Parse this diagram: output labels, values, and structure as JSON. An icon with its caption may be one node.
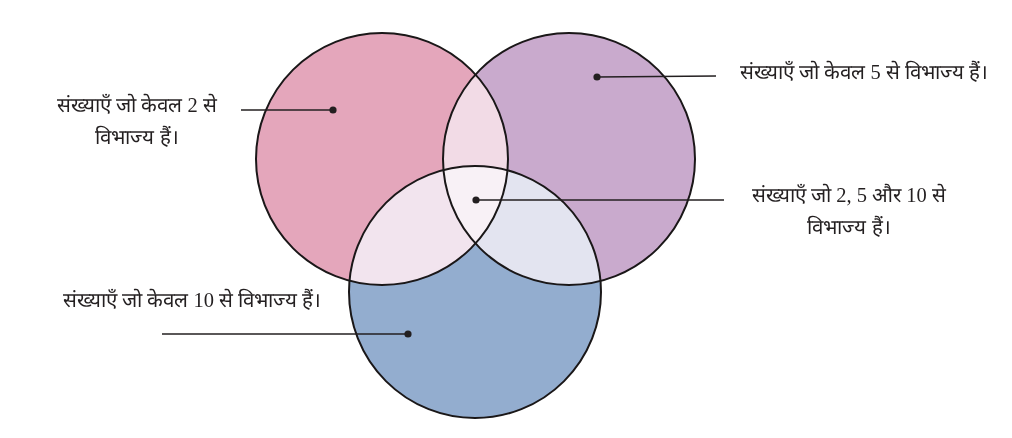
{
  "diagram": {
    "nodes": [
      {
        "text": [],
        "shape": "circle"
      },
      {
        "text": [],
        "shape": "circle"
      },
      {
        "text": [],
        "shape": "circle"
      },
      {
        "text": [],
        "shape": "triangle"
      },
      {
        "text": [
          "संख्याएँ जो केवल 2 से विभाज्य हैं।"
        ]
      },
      {
        "text": [
          "संख्याएँ जो केवल 5 से विभाज्य हैं।"
        ]
      },
      {
        "text": [
          "संख्याएँ जो 2, 5 और 10 से विभाज्य हैं।"
        ]
      },
      {
        "text": [
          "संख्याएँ जो केवल 10 से विभाज्य हैं।"
        ]
      }
    ],
    "edges": [
      {
        "from": 4,
        "to": 0,
        "arrow": "other"
      },
      {
        "from": 5,
        "to": 1,
        "arrow": "other"
      },
      {
        "from": 6,
        "to": 3,
        "arrow": "other"
      },
      {
        "from": 7,
        "to": 2,
        "arrow": "other"
      }
    ]
  }
}
